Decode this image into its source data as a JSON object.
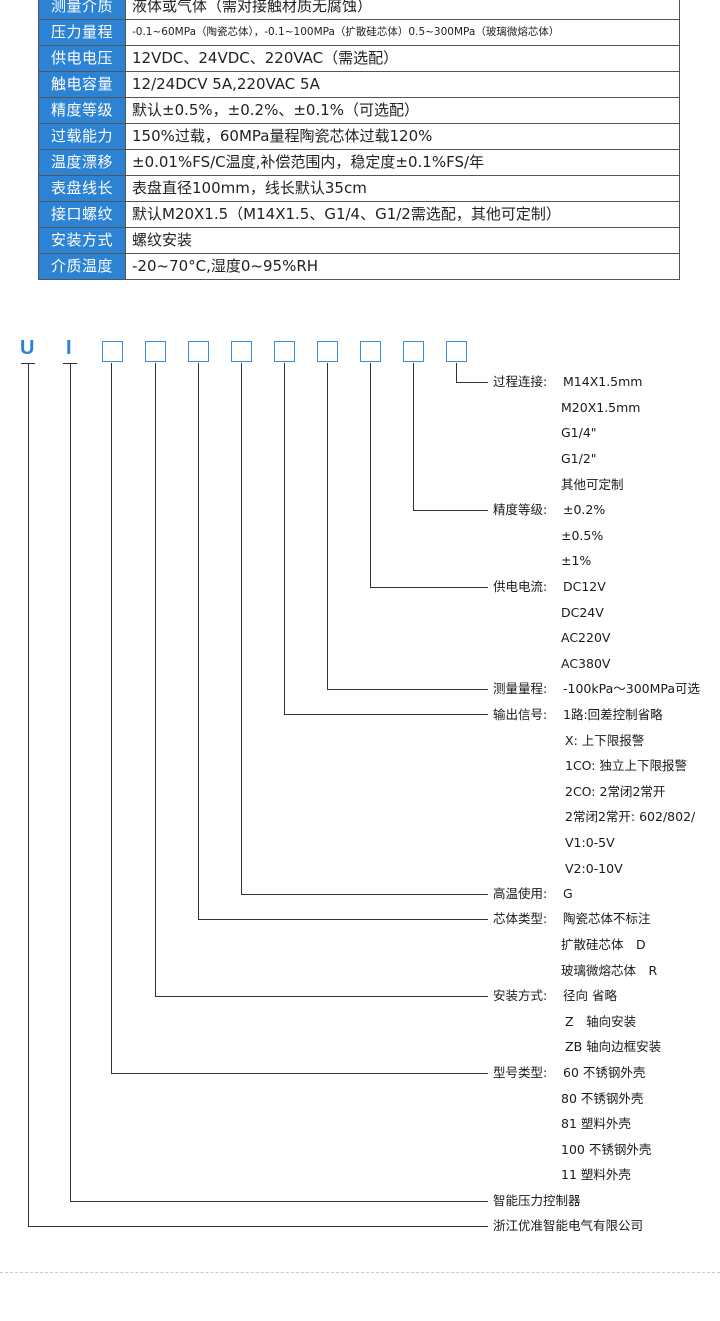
{
  "spec_rows": [
    {
      "key": "测量介质",
      "value": "液体或气体（需对接触材质无腐蚀）"
    },
    {
      "key": "压力量程",
      "value": "-0.1~60MPa（陶瓷芯体），-0.1~100MPa（扩散硅芯体）0.5~300MPa（玻璃微熔芯体）"
    },
    {
      "key": "供电电压",
      "value": "12VDC、24VDC、220VAC（需选配）"
    },
    {
      "key": "触电容量",
      "value": "12/24DCV 5A,220VAC 5A"
    },
    {
      "key": "精度等级",
      "value": "默认±0.5%，±0.2%、±0.1%（可选配）"
    },
    {
      "key": "过载能力",
      "value": "150%过载，60MPa量程陶瓷芯体过载120%"
    },
    {
      "key": "温度漂移",
      "value": "±0.01%FS/C温度,补偿范围内，稳定度±0.1%FS/年"
    },
    {
      "key": "表盘线长",
      "value": "表盘直径100mm，线长默认35cm"
    },
    {
      "key": "接口螺纹",
      "value": "默认M20X1.5（M14X1.5、G1/4、G1/2需选配，其他可定制）"
    },
    {
      "key": "安装方式",
      "value": "螺纹安装"
    },
    {
      "key": "介质温度",
      "value": "-20~70°C,湿度0~95%RH"
    }
  ],
  "model_code": {
    "prefix": [
      "U",
      "I"
    ],
    "groups": [
      {
        "key": "过程连接:",
        "options": [
          "M14X1.5mm",
          "M20X1.5mm",
          "G1/4\"",
          "G1/2\"",
          "其他可定制"
        ]
      },
      {
        "key": "精度等级:",
        "options": [
          "±0.2%",
          "±0.5%",
          "±1%"
        ]
      },
      {
        "key": "供电电流:",
        "options": [
          "DC12V",
          "DC24V",
          "AC220V",
          "AC380V"
        ]
      },
      {
        "key": "测量量程:",
        "options": [
          "-100kPa～300MPa可选"
        ]
      },
      {
        "key": "输出信号:",
        "options": [
          "1路:回差控制省略",
          "X: 上下限报警",
          "1CO: 独立上下限报警",
          "2CO: 2常闭2常开",
          "2常闭2常开: 602/802/",
          "V1:0-5V",
          "V2:0-10V"
        ]
      },
      {
        "key": "高温使用:",
        "options": [
          "G"
        ]
      },
      {
        "key": "芯体类型:",
        "options": [
          "陶瓷芯体不标注",
          "扩散硅芯体　D",
          "玻璃微熔芯体　R"
        ]
      },
      {
        "key": "安装方式:",
        "options": [
          "径向 省略",
          "Z　轴向安装",
          "ZB  轴向边框安装"
        ]
      },
      {
        "key": "型号类型:",
        "options": [
          "60 不锈钢外壳",
          "80 不锈钢外壳",
          "81 塑料外壳",
          "100 不锈钢外壳",
          "11 塑料外壳"
        ]
      }
    ],
    "product_name": "智能压力控制器",
    "company": "浙江优准智能电气有限公司"
  }
}
